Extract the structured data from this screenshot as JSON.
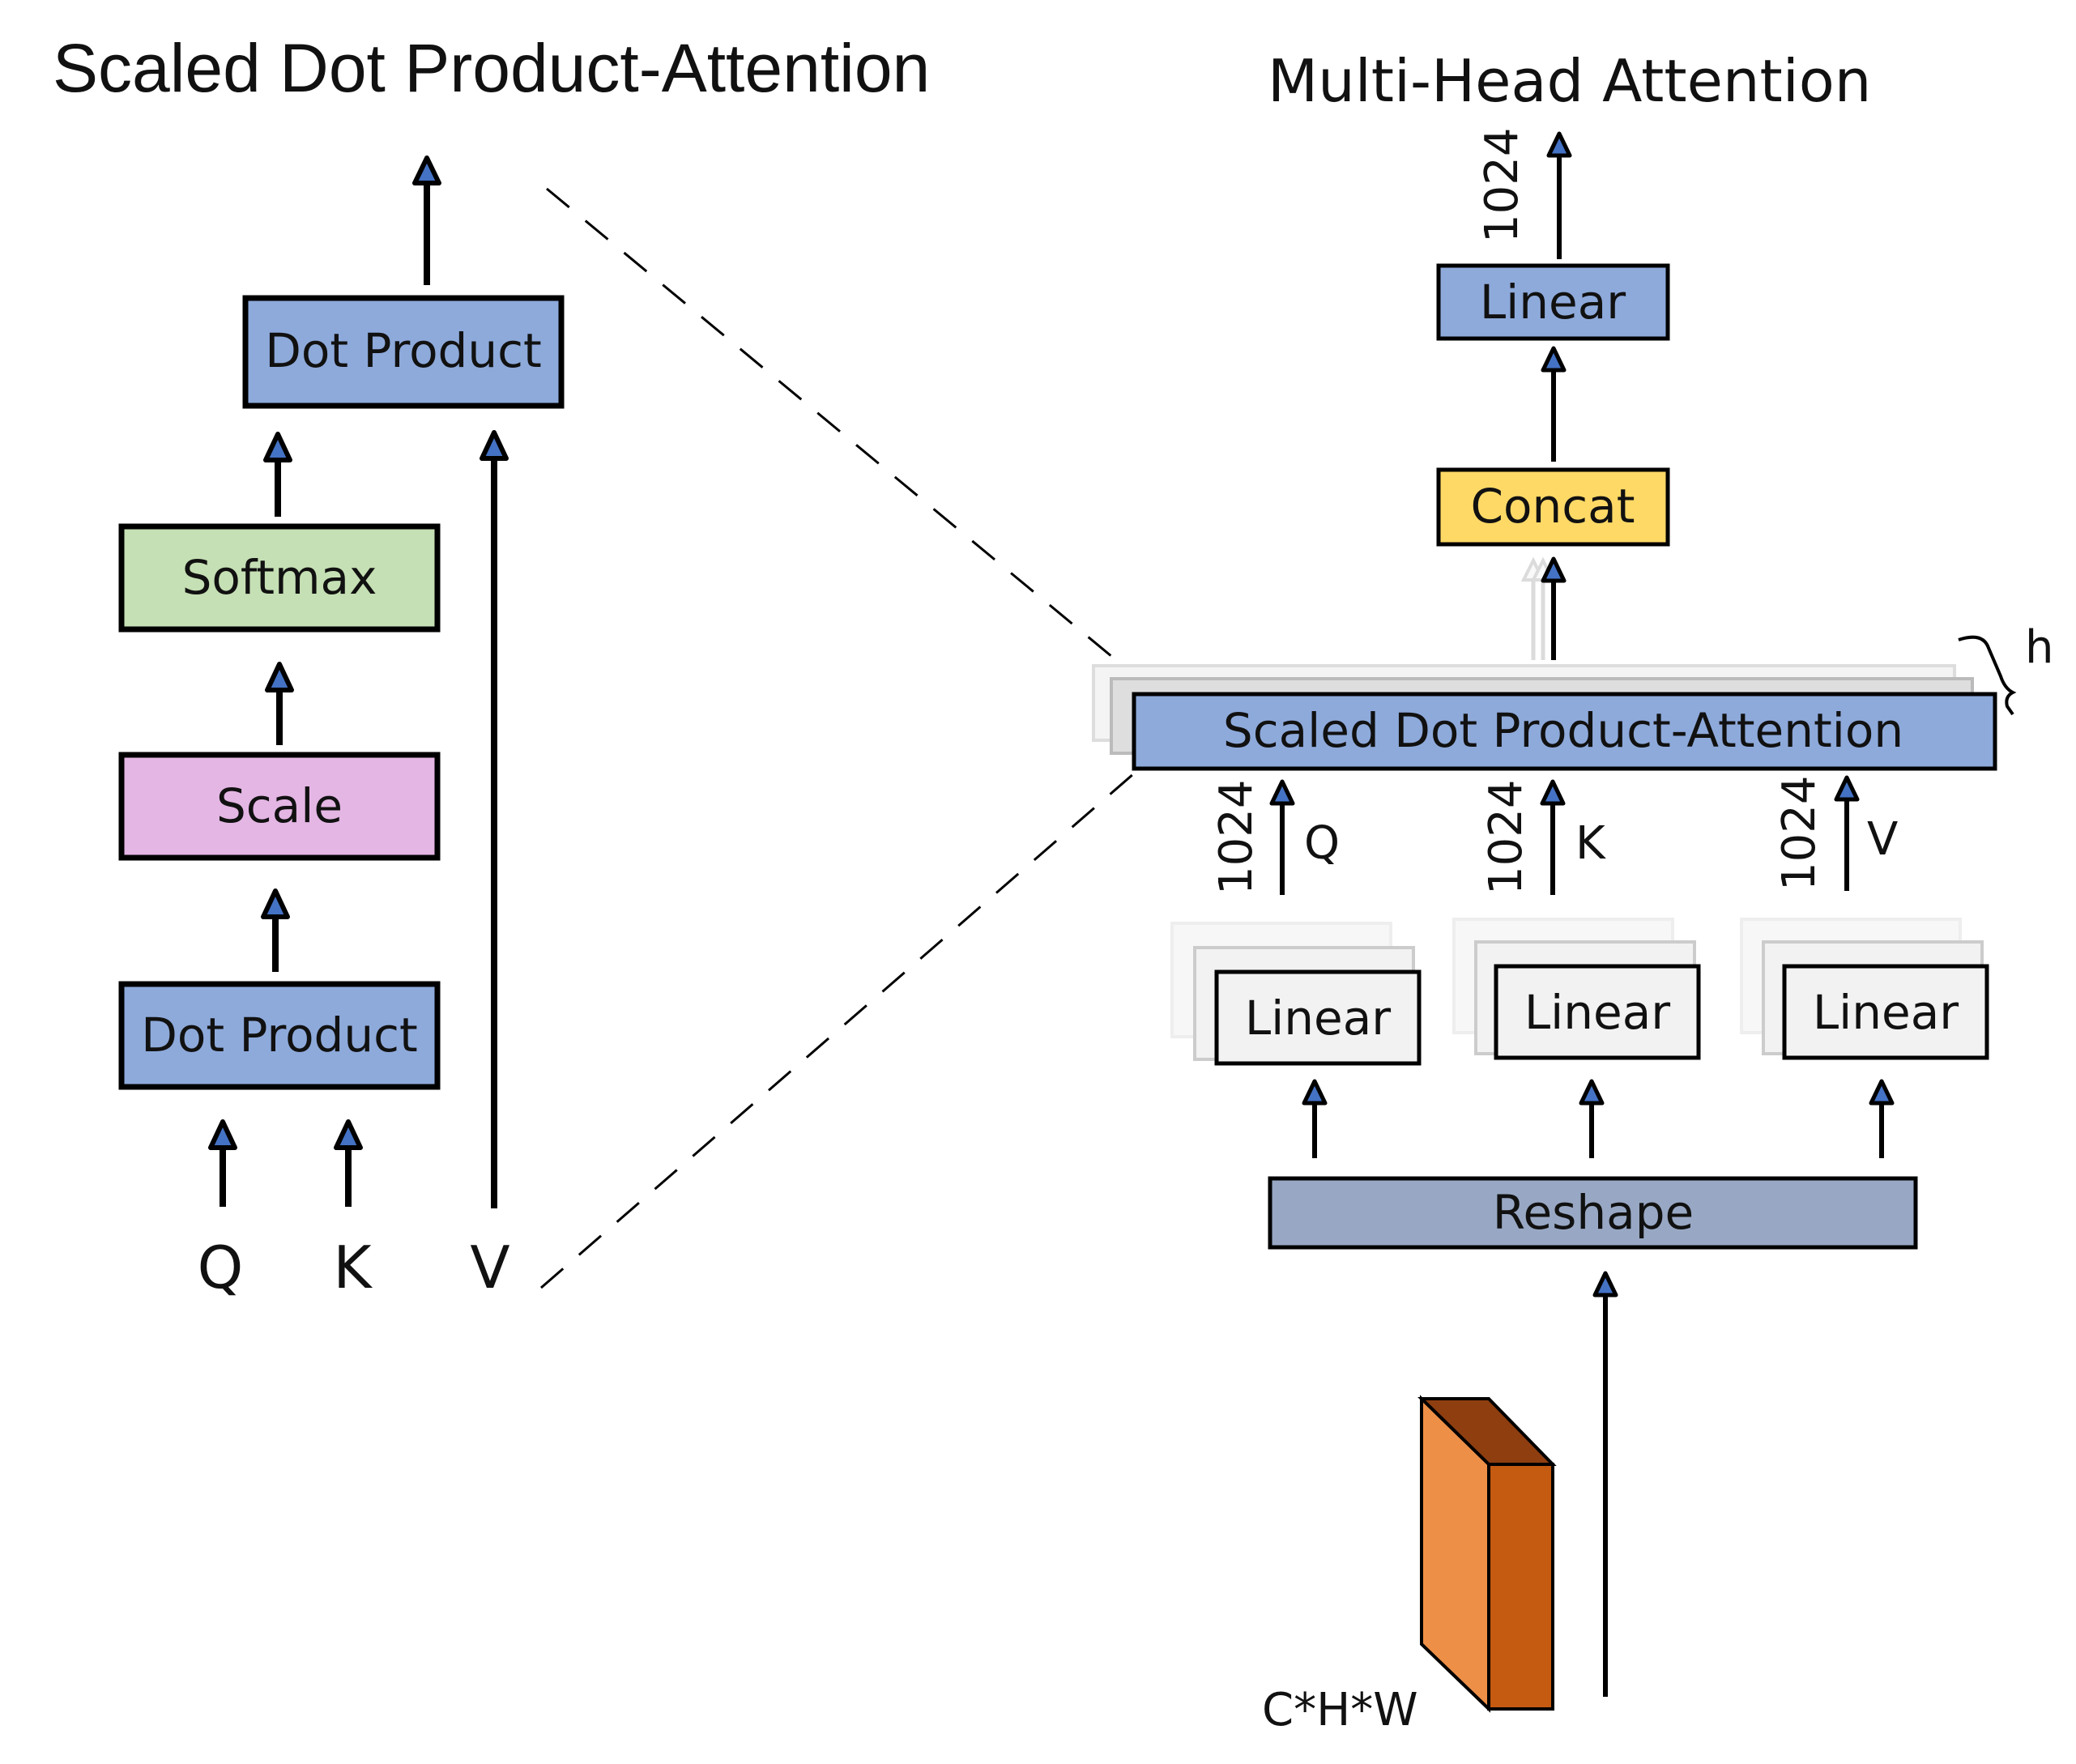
{
  "left_panel": {
    "title": "Scaled Dot Product-Attention",
    "boxes": {
      "dot_product_top": "Dot Product",
      "softmax": "Softmax",
      "scale": "Scale",
      "dot_product_bottom": "Dot Product"
    },
    "inputs": {
      "q": "Q",
      "k": "K",
      "v": "V"
    }
  },
  "right_panel": {
    "title": "Multi-Head Attention",
    "output_dim": "1024",
    "boxes": {
      "linear_out": "Linear",
      "concat": "Concat",
      "sdpa": "Scaled Dot Product-Attention",
      "linear_q": "Linear",
      "linear_k": "Linear",
      "linear_v": "Linear",
      "reshape": "Reshape"
    },
    "heads_label": "h",
    "branches": [
      {
        "dim": "1024",
        "name": "Q"
      },
      {
        "dim": "1024",
        "name": "K"
      },
      {
        "dim": "1024",
        "name": "V"
      }
    ],
    "input_shape": "C*H*W"
  },
  "colors": {
    "dot_product": "#8eaadb",
    "softmax": "#c5e0b4",
    "scale": "#e4b6e4",
    "concat": "#ffd966",
    "linear_light": "#f2f2f2",
    "reshape": "#98a8c4",
    "tensor_front": "#ed8f47",
    "tensor_side": "#c55a11",
    "tensor_top": "#8f3e10",
    "arrow_head": "#4472c4"
  }
}
